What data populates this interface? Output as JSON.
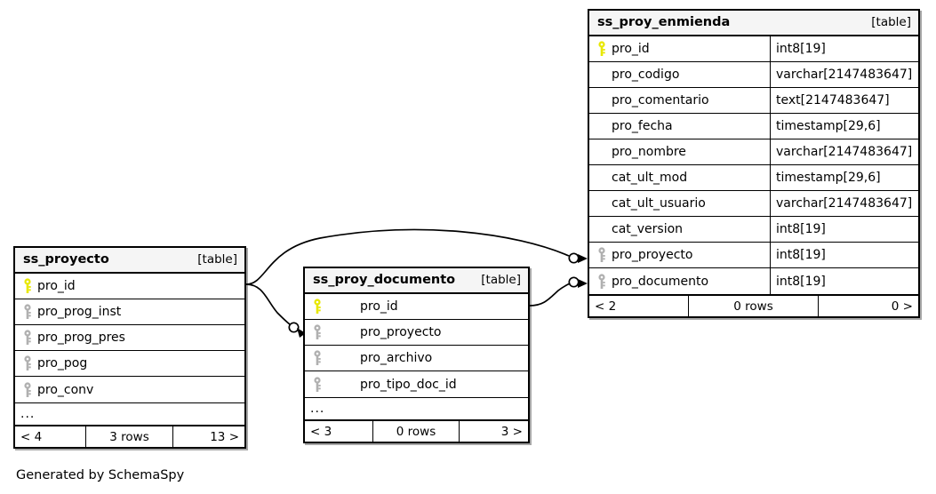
{
  "diagram": {
    "generator_text": "Generated by SchemaSpy",
    "kind_label": "[table]",
    "ellipsis": "...",
    "colors": {
      "primary_key": "#e8e800",
      "other_key": "#b0b0b0",
      "border": "#000000",
      "header_background": "#f5f5f5",
      "background": "#ffffff"
    }
  },
  "tables": [
    {
      "id": "ss_proy_enmienda",
      "name": "ss_proy_enmienda",
      "kind": "[table]",
      "show_types": true,
      "has_ellipsis": false,
      "columns": [
        {
          "name": "pro_id",
          "type": "int8[19]",
          "key": "primary"
        },
        {
          "name": "pro_codigo",
          "type": "varchar[2147483647]",
          "key": "none"
        },
        {
          "name": "pro_comentario",
          "type": "text[2147483647]",
          "key": "none"
        },
        {
          "name": "pro_fecha",
          "type": "timestamp[29,6]",
          "key": "none"
        },
        {
          "name": "pro_nombre",
          "type": "varchar[2147483647]",
          "key": "none"
        },
        {
          "name": "cat_ult_mod",
          "type": "timestamp[29,6]",
          "key": "none"
        },
        {
          "name": "cat_ult_usuario",
          "type": "varchar[2147483647]",
          "key": "none"
        },
        {
          "name": "cat_version",
          "type": "int8[19]",
          "key": "none"
        },
        {
          "name": "pro_proyecto",
          "type": "int8[19]",
          "key": "foreign"
        },
        {
          "name": "pro_documento",
          "type": "int8[19]",
          "key": "foreign"
        }
      ],
      "footer": {
        "prev": "< 2",
        "rows": "0 rows",
        "next": "0 >"
      }
    },
    {
      "id": "ss_proyecto",
      "name": "ss_proyecto",
      "kind": "[table]",
      "show_types": false,
      "has_ellipsis": true,
      "columns": [
        {
          "name": "pro_id",
          "type": "",
          "key": "primary"
        },
        {
          "name": "pro_prog_inst",
          "type": "",
          "key": "foreign"
        },
        {
          "name": "pro_prog_pres",
          "type": "",
          "key": "foreign"
        },
        {
          "name": "pro_pog",
          "type": "",
          "key": "foreign"
        },
        {
          "name": "pro_conv",
          "type": "",
          "key": "foreign"
        }
      ],
      "footer": {
        "prev": "< 4",
        "rows": "3 rows",
        "next": "13 >"
      }
    },
    {
      "id": "ss_proy_documento",
      "name": "ss_proy_documento",
      "kind": "[table]",
      "show_types": false,
      "has_ellipsis": true,
      "columns": [
        {
          "name": "pro_id",
          "type": "",
          "key": "primary"
        },
        {
          "name": "pro_proyecto",
          "type": "",
          "key": "foreign"
        },
        {
          "name": "pro_archivo",
          "type": "",
          "key": "foreign"
        },
        {
          "name": "pro_tipo_doc_id",
          "type": "",
          "key": "foreign"
        }
      ],
      "footer": {
        "prev": "< 3",
        "rows": "0 rows",
        "next": "3 >"
      }
    }
  ],
  "relationships": [
    {
      "from_table": "ss_proyecto",
      "from_column": "pro_id",
      "to_table": "ss_proy_enmienda",
      "to_column": "pro_proyecto"
    },
    {
      "from_table": "ss_proyecto",
      "from_column": "pro_id",
      "to_table": "ss_proy_documento",
      "to_column": "pro_proyecto"
    },
    {
      "from_table": "ss_proy_documento",
      "from_column": "pro_id",
      "to_table": "ss_proy_enmienda",
      "to_column": "pro_documento"
    }
  ]
}
